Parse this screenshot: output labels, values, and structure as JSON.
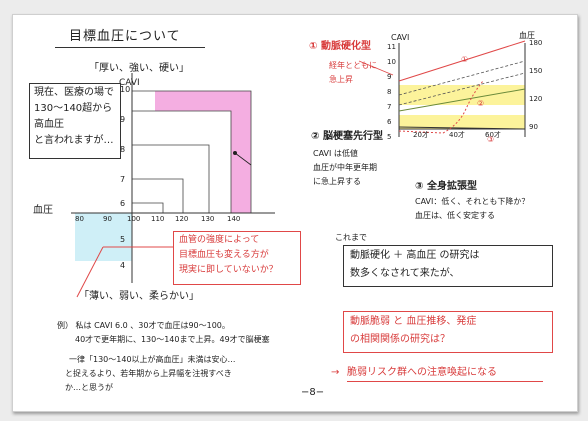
{
  "title": "目標血圧について",
  "left_chart": {
    "top_label": "「厚い、強い、硬い」",
    "bottom_label": "「薄い、弱い、柔らかい」",
    "cavi_label": "CAVI",
    "bp_label": "血圧",
    "cavi_ticks": [
      "10",
      "9",
      "8",
      "7",
      "6",
      "5",
      "4"
    ],
    "bp_ticks": [
      "80",
      "90",
      "100",
      "110",
      "120",
      "130",
      "140"
    ]
  },
  "note_box_lines": [
    "現在、医療の場で",
    "130〜140超から",
    "高血圧",
    "と言われますが…"
  ],
  "red_box_lines": [
    "血管の強度によって",
    "目標血圧も変える方が",
    "現実に即していないか？"
  ],
  "bottom_left_lines": [
    "例） 私は CAVI 6.0 、30才で血圧は90〜100。",
    "40才で更年期に、130〜140まで上昇。49才で脳梗塞",
    "一律「130〜140以上が高血圧」未満は安心…",
    "と捉えるより、若年期から上昇幅を注視すべき",
    "か…と思うが"
  ],
  "page_number": "−8−",
  "right_chart": {
    "cavi_label": "CAVI",
    "bp_label": "血圧",
    "cavi_ticks": [
      "11",
      "10",
      "9",
      "8",
      "7",
      "6",
      "5"
    ],
    "bp_ticks": [
      "180",
      "150",
      "120",
      "90"
    ],
    "age_ticks": [
      "20才",
      "40才",
      "60才"
    ],
    "markers": [
      "①",
      "②",
      "③"
    ]
  },
  "sections": {
    "s1_title": "① 動脈硬化型",
    "s1_note_1": "経年とともに",
    "s1_note_2": "急上昇",
    "s2_title": "② 脳梗塞先行型",
    "s2_lines": [
      "CAVI は低値",
      "血圧が中年更年期",
      "に急上昇する"
    ],
    "s3_title": "③ 全身拡張型",
    "s3_lines": [
      "CAVI：低く、それとも下降か？",
      "血圧は、低く安定する"
    ]
  },
  "center_box": {
    "intro": "これまで",
    "lines": [
      "動脈硬化 ＋ 高血圧 の研究は",
      "数多くなされて来たが、"
    ]
  },
  "red_box2_lines": [
    "動脈脆弱 と 血圧推移、発症",
    "の相関関係の研究は？"
  ],
  "conclusion": "脆弱リスク群への注意喚起になる",
  "colors": {
    "pink": "#f2a0dc",
    "yellow": "#fbf082",
    "red": "#e04848",
    "blue": "#cfeff7"
  }
}
